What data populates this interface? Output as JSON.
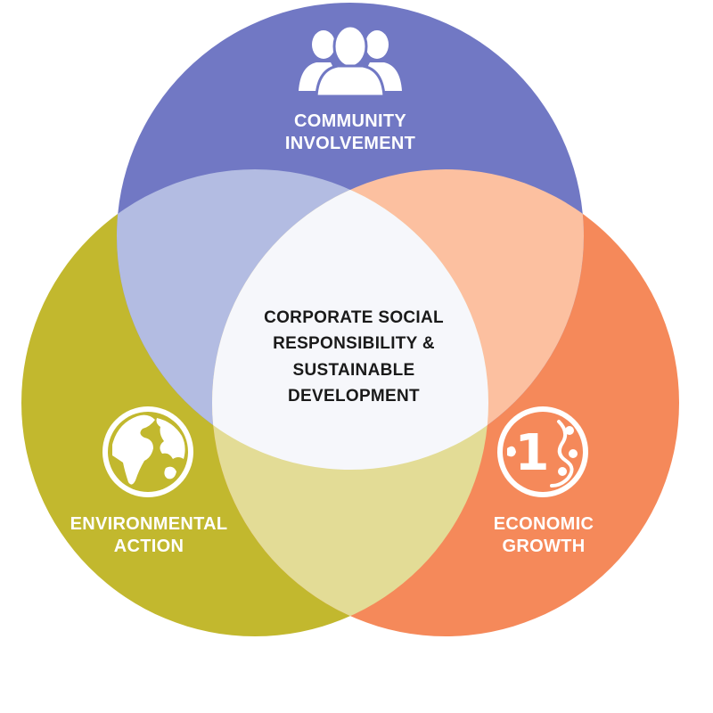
{
  "diagram": {
    "center": {
      "lines": [
        "CORPORATE SOCIAL",
        "RESPONSIBILITY &",
        "SUSTAINABLE",
        "DEVELOPMENT"
      ]
    },
    "circles": [
      {
        "id": "community",
        "lines": [
          "COMMUNITY",
          "INVOLVEMENT"
        ],
        "color": "#7178c4",
        "icon": "people-group-icon"
      },
      {
        "id": "environment",
        "lines": [
          "ENVIRONMENTAL",
          "ACTION"
        ],
        "color": "#c2b82e",
        "icon": "globe-icon"
      },
      {
        "id": "economy",
        "lines": [
          "ECONOMIC",
          "GROWTH"
        ],
        "color": "#f5895a",
        "icon": "coin-icon"
      }
    ],
    "overlap_colors": {
      "community_environment": "#b3bce2",
      "community_economy": "#fcc0a0",
      "environment_economy": "#e3dc96",
      "center": "#f6f7fb"
    }
  }
}
